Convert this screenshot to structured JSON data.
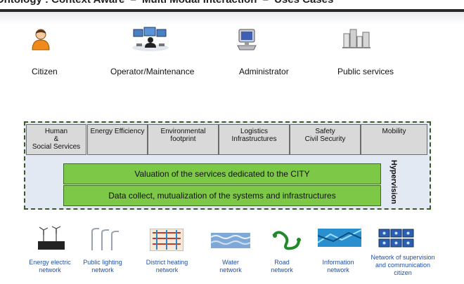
{
  "title": {
    "part1": "Ontology : Context Aware",
    "sep1": "–",
    "part2": "Multi Modal Interaction",
    "sep2": "–",
    "part3": "Uses Cases"
  },
  "actors": [
    {
      "label": "Citizen",
      "icon": "person-icon"
    },
    {
      "label": "Operator/Maintenance",
      "icon": "operator-screens-icon"
    },
    {
      "label": "Administrator",
      "icon": "computer-icon"
    },
    {
      "label": "Public services",
      "icon": "buildings-icon"
    }
  ],
  "services": [
    {
      "line1": "Human",
      "line2": "&",
      "line3": "Social Services"
    },
    {
      "line1": "Energy Efficiency",
      "line2": "",
      "line3": ""
    },
    {
      "line1": "Environmental",
      "line2": "footprint",
      "line3": ""
    },
    {
      "line1": "Logistics",
      "line2": "Infrastructures",
      "line3": ""
    },
    {
      "line1": "Safety",
      "line2": "Civil Security",
      "line3": ""
    },
    {
      "line1": "Mobility",
      "line2": "",
      "line3": ""
    }
  ],
  "bands": {
    "valuation": "Valuation of the services dedicated to the CITY",
    "data_collect": "Data collect, mutualization of the systems and infrastructures"
  },
  "hypervision": "Hypervision",
  "networks": [
    {
      "line1": "Energy electric",
      "line2": "network",
      "line3": "",
      "icon": "wind-turbines-icon"
    },
    {
      "line1": "Public lighting",
      "line2": "network",
      "line3": "",
      "icon": "street-lights-icon"
    },
    {
      "line1": "District heating",
      "line2": "network",
      "line3": "",
      "icon": "heating-pipes-icon"
    },
    {
      "line1": "Water",
      "line2": "network",
      "line3": "",
      "icon": "water-icon"
    },
    {
      "line1": "Road",
      "line2": "network",
      "line3": "",
      "icon": "road-icon"
    },
    {
      "line1": "Information",
      "line2": "network",
      "line3": "",
      "icon": "information-network-icon"
    },
    {
      "line1": "Network of supervision",
      "line2": "and communication",
      "line3": "citizen",
      "icon": "supervision-screens-icon"
    }
  ],
  "colors": {
    "band_green": "#7ec848",
    "frame_border": "#3d5a26",
    "frame_fill": "#e3e9f2",
    "network_label": "#1f4fa8"
  }
}
